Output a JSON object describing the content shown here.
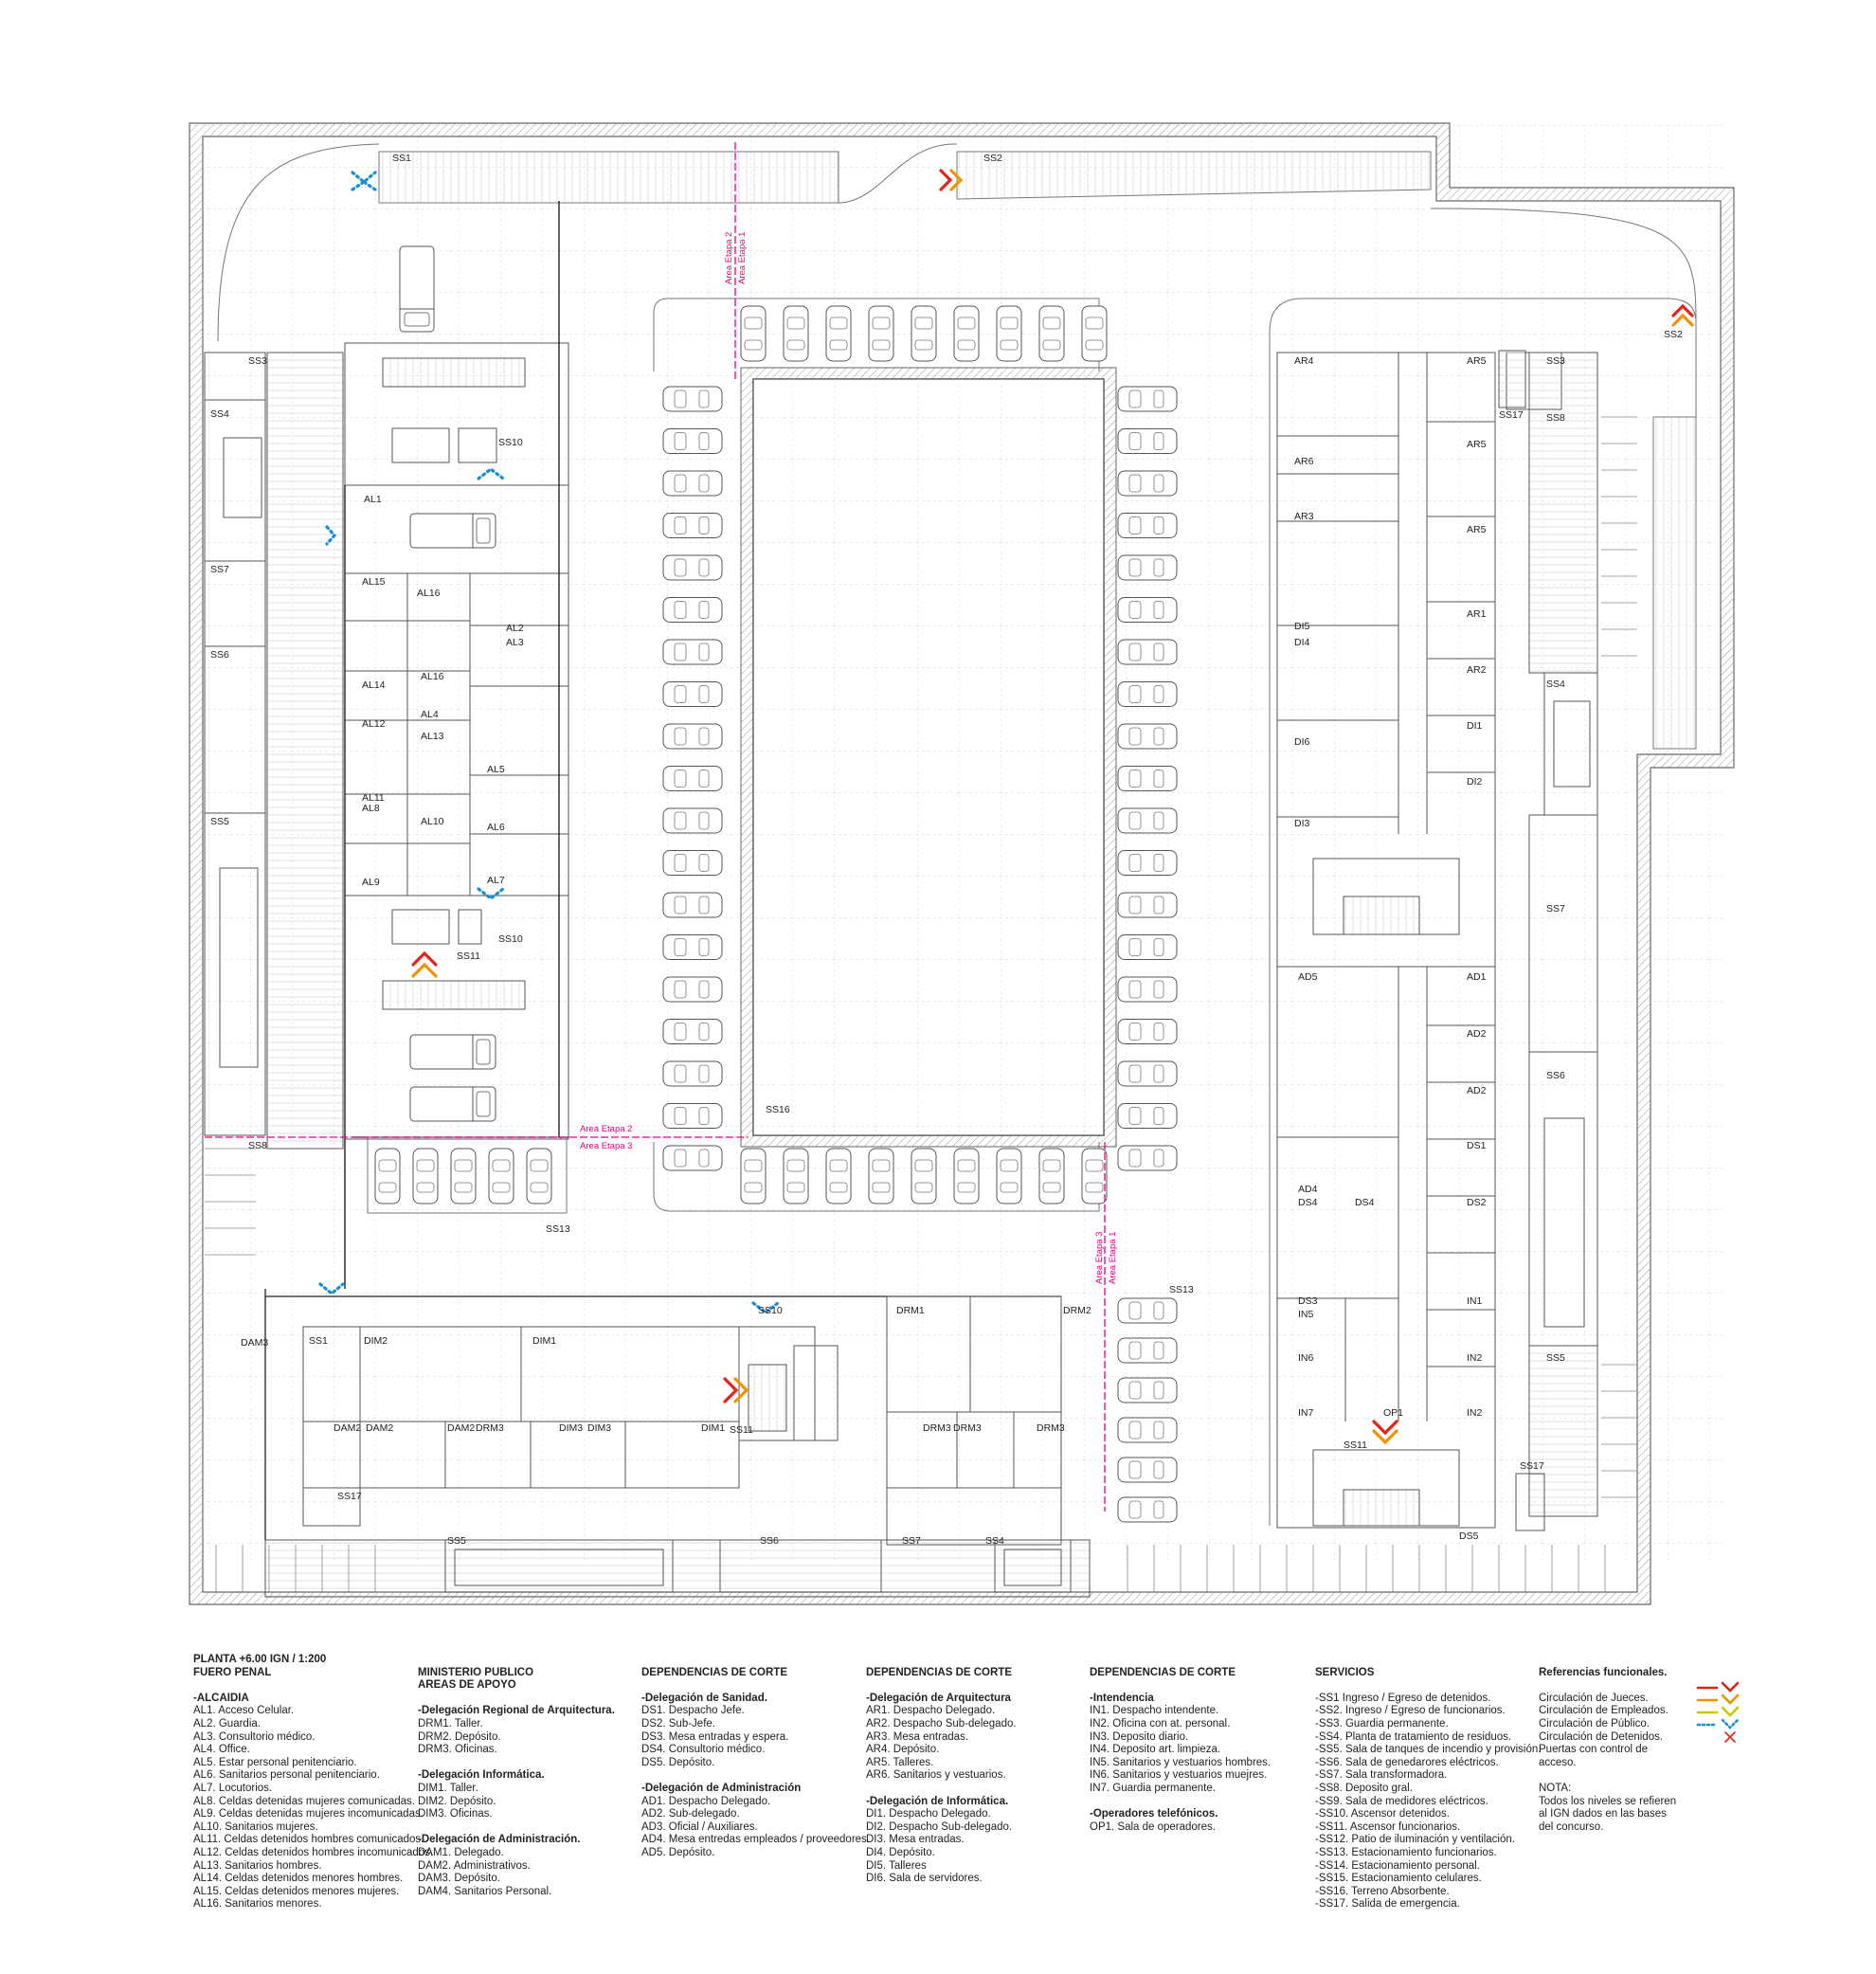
{
  "plan": {
    "lines": {
      "etapa_2_top": "Area Etapa 2",
      "etapa_1_top": "Area Etapa 1",
      "etapa_2_mid": "Area Etapa 2",
      "etapa_3_mid": "Area Etapa 3",
      "etapa_3_low": "Area Etapa 3",
      "etapa_1_low": "Area Etapa 1"
    },
    "labels": {
      "ss1_top": "SS1",
      "ss2_top": "SS2",
      "ss2_right": "SS2",
      "ss3_left": "SS3",
      "ss4_left": "SS4",
      "ss7_left": "SS7",
      "ss6_left": "SS6",
      "ss5_left": "SS5",
      "ss8_left": "SS8",
      "al1": "AL1",
      "ss10_a": "SS10",
      "al15": "AL15",
      "al16_a": "AL16",
      "al2": "AL2",
      "al3": "AL3",
      "al14": "AL14",
      "al16_b": "AL16",
      "al4": "AL4",
      "al12": "AL12",
      "al13": "AL13",
      "al5": "AL5",
      "al11": "AL11",
      "al8": "AL8",
      "al10": "AL10",
      "al6": "AL6",
      "al9": "AL9",
      "al7": "AL7",
      "ss10_b": "SS10",
      "ss11_a": "SS11",
      "ss16": "SS16",
      "ss13_a": "SS13",
      "ss13_b": "SS13",
      "dam3": "DAM3",
      "ss1_b": "SS1",
      "dim2_a": "DIM2",
      "dim1_a": "DIM1",
      "ss10_c": "SS10",
      "drm1": "DRM1",
      "drm2": "DRM2",
      "dam2_a": "DAM2",
      "dam2_b": "DAM2",
      "dam2_c": "DAM2",
      "drm3_a": "DRM3",
      "dim3_a": "DIM3",
      "dim3_b": "DIM3",
      "dim1_b": "DIM1",
      "ss11_b": "SS11",
      "drm3_b": "DRM3",
      "drm3_c": "DRM3",
      "drm3_d": "DRM3",
      "ss17_a": "SS17",
      "ss5_b": "SS5",
      "ss6_b": "SS6",
      "ss7_b": "SS7",
      "ss4_b": "SS4",
      "ar4": "AR4",
      "ar5_a": "AR5",
      "ss3_r": "SS3",
      "ss17_b": "SS17",
      "ss8_r": "SS8",
      "ar6": "AR6",
      "ar5_b": "AR5",
      "ar3": "AR3",
      "ar5_c": "AR5",
      "ar1": "AR1",
      "di5": "DI5",
      "di4": "DI4",
      "ar2": "AR2",
      "ss4_r": "SS4",
      "di1": "DI1",
      "di6": "DI6",
      "di2": "DI2",
      "di3": "DI3",
      "ss7_r": "SS7",
      "ad5": "AD5",
      "ad1": "AD1",
      "ad2": "AD2",
      "ad2_b": "AD2",
      "ss6_r": "SS6",
      "ds1": "DS1",
      "ad4": "AD4",
      "ds4_a": "DS4",
      "ds4_b": "DS4",
      "ds2": "DS2",
      "in1": "IN1",
      "ds3": "DS3",
      "in5": "IN5",
      "in6": "IN6",
      "in2_a": "IN2",
      "ss5_r": "SS5",
      "in7": "IN7",
      "op1": "OP1",
      "in2_b": "IN2",
      "ss11_c": "SS11",
      "ss17_c": "SS17",
      "ds5": "DS5"
    }
  },
  "legend": {
    "col1": [
      {
        "t": "PLANTA +6.00 IGN / 1:200",
        "h": true
      },
      {
        "t": "FUERO PENAL",
        "h": true
      },
      {
        "t": ""
      },
      {
        "t": "-ALCAIDIA",
        "h": true
      },
      {
        "t": "AL1. Acceso Celular."
      },
      {
        "t": "AL2. Guardia."
      },
      {
        "t": "AL3. Consultorio médico."
      },
      {
        "t": "AL4. Office."
      },
      {
        "t": "AL5. Estar personal penitenciario."
      },
      {
        "t": "AL6. Sanitarios personal penitenciario."
      },
      {
        "t": "AL7. Locutorios."
      },
      {
        "t": "AL8. Celdas detenidas mujeres comunicadas."
      },
      {
        "t": "AL9. Celdas detenidas mujeres incomunicadas."
      },
      {
        "t": "AL10. Sanitarios mujeres."
      },
      {
        "t": "AL11. Celdas detenidos hombres comunicados."
      },
      {
        "t": "AL12. Celdas detenidos hombres incomunicados."
      },
      {
        "t": "AL13. Sanitarios hombres."
      },
      {
        "t": "AL14. Celdas detenidos menores hombres."
      },
      {
        "t": "AL15. Celdas detenidos menores mujeres."
      },
      {
        "t": "AL16. Sanitarios menores."
      }
    ],
    "col2": [
      {
        "t": ""
      },
      {
        "t": "MINISTERIO PUBLICO",
        "h": true
      },
      {
        "t": "AREAS DE APOYO",
        "h": true
      },
      {
        "t": ""
      },
      {
        "t": "-Delegación Regional de Arquitectura.",
        "h": true
      },
      {
        "t": "DRM1. Taller."
      },
      {
        "t": "DRM2. Depósito."
      },
      {
        "t": "DRM3. Oficinas."
      },
      {
        "t": ""
      },
      {
        "t": "-Delegación Informática.",
        "h": true
      },
      {
        "t": "DIM1. Taller."
      },
      {
        "t": "DIM2. Depósito."
      },
      {
        "t": "DIM3. Oficinas."
      },
      {
        "t": ""
      },
      {
        "t": "-Delegación de Administración.",
        "h": true
      },
      {
        "t": "DAM1. Delegado."
      },
      {
        "t": "DAM2. Administrativos."
      },
      {
        "t": "DAM3. Depósito."
      },
      {
        "t": "DAM4. Sanitarios Personal."
      }
    ],
    "col3": [
      {
        "t": ""
      },
      {
        "t": "DEPENDENCIAS DE CORTE",
        "h": true
      },
      {
        "t": ""
      },
      {
        "t": "-Delegación de Sanidad.",
        "h": true
      },
      {
        "t": "DS1. Despacho Jefe."
      },
      {
        "t": "DS2. Sub-Jefe."
      },
      {
        "t": "DS3. Mesa entradas y espera."
      },
      {
        "t": "DS4. Consultorio médico."
      },
      {
        "t": "DS5. Depósito."
      },
      {
        "t": ""
      },
      {
        "t": "-Delegación de Administración",
        "h": true
      },
      {
        "t": "AD1. Despacho Delegado."
      },
      {
        "t": "AD2. Sub-delegado."
      },
      {
        "t": "AD3. Oficial / Auxiliares."
      },
      {
        "t": "AD4. Mesa entredas empleados / proveedores."
      },
      {
        "t": "AD5. Depósito."
      }
    ],
    "col4": [
      {
        "t": ""
      },
      {
        "t": "DEPENDENCIAS DE CORTE",
        "h": true
      },
      {
        "t": ""
      },
      {
        "t": "-Delegación de Arquitectura",
        "h": true
      },
      {
        "t": "AR1. Despacho Delegado."
      },
      {
        "t": "AR2. Despacho Sub-delegado."
      },
      {
        "t": "AR3. Mesa entradas."
      },
      {
        "t": "AR4. Depósito."
      },
      {
        "t": "AR5. Talleres."
      },
      {
        "t": "AR6. Sanitarios y vestuarios."
      },
      {
        "t": ""
      },
      {
        "t": "-Delegación de Informática.",
        "h": true
      },
      {
        "t": "DI1. Despacho Delegado."
      },
      {
        "t": "DI2. Despacho Sub-delegado."
      },
      {
        "t": "DI3. Mesa entradas."
      },
      {
        "t": "DI4. Depósito."
      },
      {
        "t": "DI5. Talleres"
      },
      {
        "t": "DI6. Sala de servidores."
      }
    ],
    "col5": [
      {
        "t": ""
      },
      {
        "t": "DEPENDENCIAS DE CORTE",
        "h": true
      },
      {
        "t": ""
      },
      {
        "t": "-Intendencia",
        "h": true
      },
      {
        "t": "IN1. Despacho intendente."
      },
      {
        "t": "IN2. Oficina con at. personal."
      },
      {
        "t": "IN3. Deposito diario."
      },
      {
        "t": "IN4. Deposito art. limpieza."
      },
      {
        "t": "IN5. Sanitarios y vestuarios hombres."
      },
      {
        "t": "IN6. Sanitarios y vestuarios muejres."
      },
      {
        "t": "IN7. Guardia permanente."
      },
      {
        "t": ""
      },
      {
        "t": "-Operadores telefónicos.",
        "h": true
      },
      {
        "t": "OP1. Sala de operadores."
      }
    ],
    "col6": [
      {
        "t": ""
      },
      {
        "t": "SERVICIOS",
        "h": true
      },
      {
        "t": ""
      },
      {
        "t": "-SS1 Ingreso / Egreso de detenidos."
      },
      {
        "t": "-SS2. Ingreso / Egreso de funcionarios."
      },
      {
        "t": "-SS3. Guardia permanente."
      },
      {
        "t": "-SS4. Planta de tratamiento de residuos."
      },
      {
        "t": "-SS5. Sala de tanques de incendio y provisión."
      },
      {
        "t": "-SS6. Sala de genedarores eléctricos."
      },
      {
        "t": "-SS7. Sala transformadora."
      },
      {
        "t": "-SS8. Deposito gral."
      },
      {
        "t": "-SS9. Sala de medidores eléctricos."
      },
      {
        "t": "-SS10. Ascensor detenidos."
      },
      {
        "t": "-SS11. Ascensor funcionarios."
      },
      {
        "t": "-SS12. Patio de iluminación y ventilación."
      },
      {
        "t": "-SS13. Estacionamiento funcionarios."
      },
      {
        "t": "-SS14. Estacionamiento personal."
      },
      {
        "t": "-SS15. Estacionamiento celulares."
      },
      {
        "t": "-SS16. Terreno Absorbente."
      },
      {
        "t": "-SS17. Salida de emergencia."
      }
    ],
    "col7": [
      {
        "t": ""
      },
      {
        "t": "Referencias funcionales.",
        "h": true
      },
      {
        "t": ""
      },
      {
        "t": "Circulación de Jueces."
      },
      {
        "t": "Circulación de Empleados."
      },
      {
        "t": "Circulación de Público."
      },
      {
        "t": "Circulación de Detenidos."
      },
      {
        "t": "Puertas con control de"
      },
      {
        "t": "acceso."
      },
      {
        "t": ""
      },
      {
        "t": "NOTA:"
      },
      {
        "t": "Todos los niveles se refieren"
      },
      {
        "t": "al IGN dados en las bases"
      },
      {
        "t": "del concurso."
      }
    ],
    "colors": {
      "jueces": "#e2231a",
      "empleados": "#f39200",
      "publico": "#c8c800",
      "detenidos": "#1a8fd0",
      "control": "#e2231a",
      "etapa": "#e6007e"
    }
  }
}
